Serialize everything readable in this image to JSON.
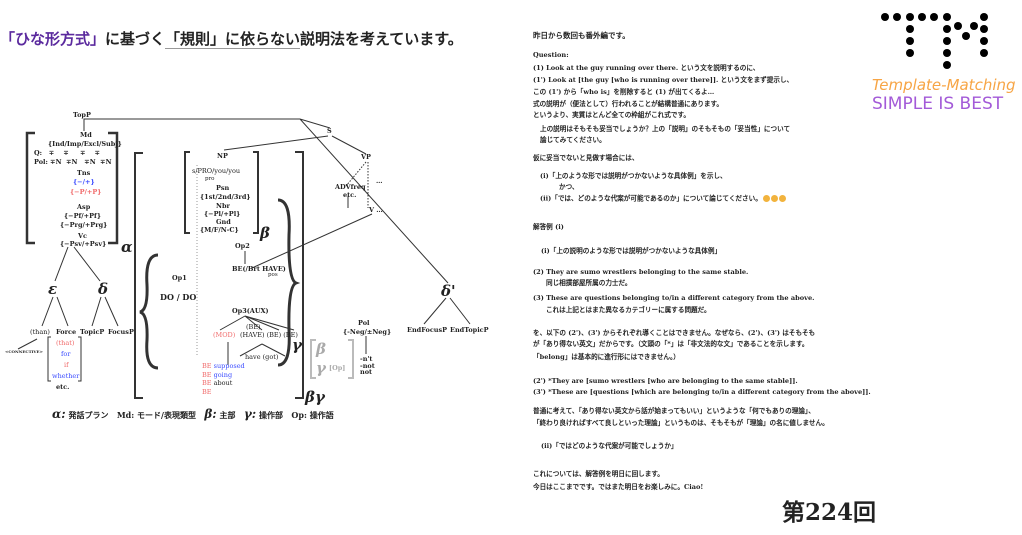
{
  "title": {
    "part1": "「ひな形方式」",
    "part2": "に基づく",
    "part3": "「規則」に依らない",
    "part4": "説明法を考えています。"
  },
  "diagram": {
    "topp": "TopP",
    "md": "Md",
    "md_opts": "{Ind/Imp/Excl/Subj}",
    "q_row": "Q:   ∓    ∓     ∓    ∓",
    "pol_row": "Pol: ∓N  ∓N   ∓N  ∓N",
    "tns": "Tns",
    "tns_opts1": "{−/+}",
    "tns_opts2": "{−P/+P}",
    "asp": "Asp",
    "asp_opts1": "{−Pf/+Pf}",
    "asp_opts2": "{−Prg/+Prg}",
    "vc": "Vc",
    "vc_opts": "{−Psv/+Psv}",
    "alpha": "α",
    "epsilon": "ε",
    "delta": "δ",
    "than": "(than)",
    "force": "Force",
    "topicp": "TopicP",
    "focusp": "FocusP",
    "connective": "<CONNECTIVE>",
    "force_items": [
      "(that)",
      "for",
      "if",
      "whether"
    ],
    "force_etc": "etc.",
    "s": "S",
    "np": "NP",
    "np_opts": "s/PRO/you/you",
    "pro": "pro",
    "psn": "Psn",
    "psn_opts": "{1st/2nd/3rd}",
    "nbr": "Nbr",
    "nbr_opts": "{−Pl/+Pl}",
    "gnd": "Gnd",
    "gnd_opts": "{M/F/N-C}",
    "beta": "β",
    "vp": "VP",
    "adv": "ADVfreq",
    "adv_etc": "etc.",
    "dots": "…",
    "v": "V …",
    "op1": "Op1",
    "do": "DO / DO",
    "op2": "Op2",
    "be_have": "BE(/Brt HAVE)",
    "pos": "pos",
    "op3": "Op3(AUX)",
    "mod": "(MOD)",
    "aux": "(HAVE) (BE) (BE)",
    "aux_be": "(BE)",
    "have_got": "have (got)",
    "be_items": [
      {
        "be": "BE",
        "w": "supposed"
      },
      {
        "be": "BE",
        "w": "going"
      },
      {
        "be": "BE",
        "w": "about"
      },
      {
        "be": "BE",
        "w": ""
      }
    ],
    "gamma": "γ",
    "betagamma": "βγ",
    "pol": "Pol",
    "pol_opts": "{-Neg/±Neg}",
    "neg_forms": [
      "-n't",
      "-not",
      "not"
    ],
    "gray_beta": "β",
    "gray_gamma": "γ",
    "gray_op": "[Op]",
    "delta_prime": "δ'",
    "endfocusp": "EndFocusP",
    "endtopicp": "EndTopicP",
    "caption": [
      {
        "sym": "α:",
        "text": "発話プラン"
      },
      {
        "sym": "Md:",
        "text": "モード/表現類型"
      },
      {
        "sym": "β:",
        "text": "主部"
      },
      {
        "sym": "γ:",
        "text": "操作部"
      },
      {
        "sym": "Op:",
        "text": "操作語"
      }
    ]
  },
  "column": [
    "昨日から数回も番外編です。",
    "Question:",
    "(1)  Look at the guy running over there. という文を説明するのに、",
    "(1') Look at [the guy [who is running over there]]. という文をまず提示し、",
    "この (1') から「who is」を削除すると (1) が出てくるよ…",
    "式の説明が（便法として）行われることが結構普通にあります。",
    "というより、実質はとんど全ての枠組がこれ式です。",
    "上の説明はそもそも妥当でしょうか？上の「説明」のそもそもの「妥当性」について",
    "論じてみてください。",
    "仮に妥当でないと見做す場合には、",
    "(i)「上のような形では説明がつかないような具体例」を示し、",
    "かつ、",
    "(ii)「では、どのような代案が可能であるのか」について論じてください。",
    "解答例 (i)",
    "(i)「上の説明のような形では説明がつかないような具体例」",
    "(2) They are sumo wrestlers belonging to the same stable.",
    "同じ相撲部屋所属の力士だ。",
    "(3) These are questions belonging to/in a different category from the above.",
    "これは上記とはまた異なるカテゴリーに属する問題だ。",
    "を、以下の (2')、(3') からそれぞれ導くことはできません。なぜなら、(2')、(3') はそもそも",
    "が「あり得ない英文」だからです。（文頭の「*」は「非文法的な文」であることを示します。",
    "「belong」は基本的に進行形にはできません。）",
    "(2') *They are [sumo wrestlers [who are belonging to the same stable]].",
    "(3') *These are [questions [which are belonging to/in a different category from the above]].",
    "普通に考えて、「あり得ない英文から話が始まってもいい」というような「何でもありの理論」、",
    "「終わり良ければすべて良しといった理論」というものは、そもそもが「理論」の名に値しません。",
    "(ii)「ではどのような代案が可能でしょうか」",
    "これについては、解答例を明日に回します。",
    "今日はここまでです。ではまた明日をお楽しみに。Ciao!"
  ],
  "episode": "第224回",
  "logo": {
    "mark": "TM",
    "line1": "Template-Matching",
    "line2": "SIMPLE IS BEST",
    "orange": "#f7a545",
    "purple": "#a35ad8"
  },
  "colors": {
    "title_highlight": "#5b2a9e",
    "red": "#f06a6a",
    "blue": "#3a4bff"
  }
}
